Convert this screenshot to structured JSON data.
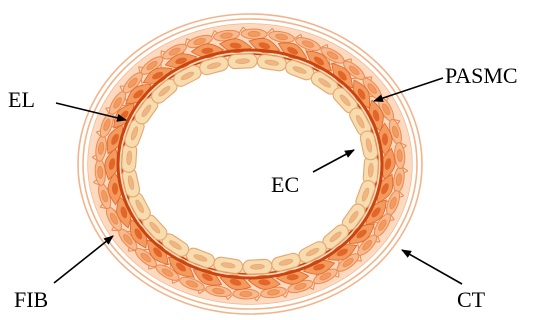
{
  "labels": {
    "el": "EL",
    "pasmc": "PASMC",
    "ec": "EC",
    "fib": "FIB",
    "ct": "CT"
  },
  "colors": {
    "background": "#ffffff",
    "connective_tissue_stroke": "#f2b48a",
    "fibroblast_fill": "#f7b98e",
    "fibroblast_stroke": "#e98a52",
    "smooth_muscle_fill": "#f39a5e",
    "smooth_muscle_nucleus": "#e2662a",
    "elastic_lamina": "#c8460e",
    "endothelial_fill": "#f6dcae",
    "endothelial_stroke": "#e7a66e",
    "endothelial_nucleus": "#efb684",
    "arrow": "#000000"
  },
  "cell_counts": {
    "endothelial": 26,
    "smooth_muscle": 30,
    "fibroblast": 34
  }
}
